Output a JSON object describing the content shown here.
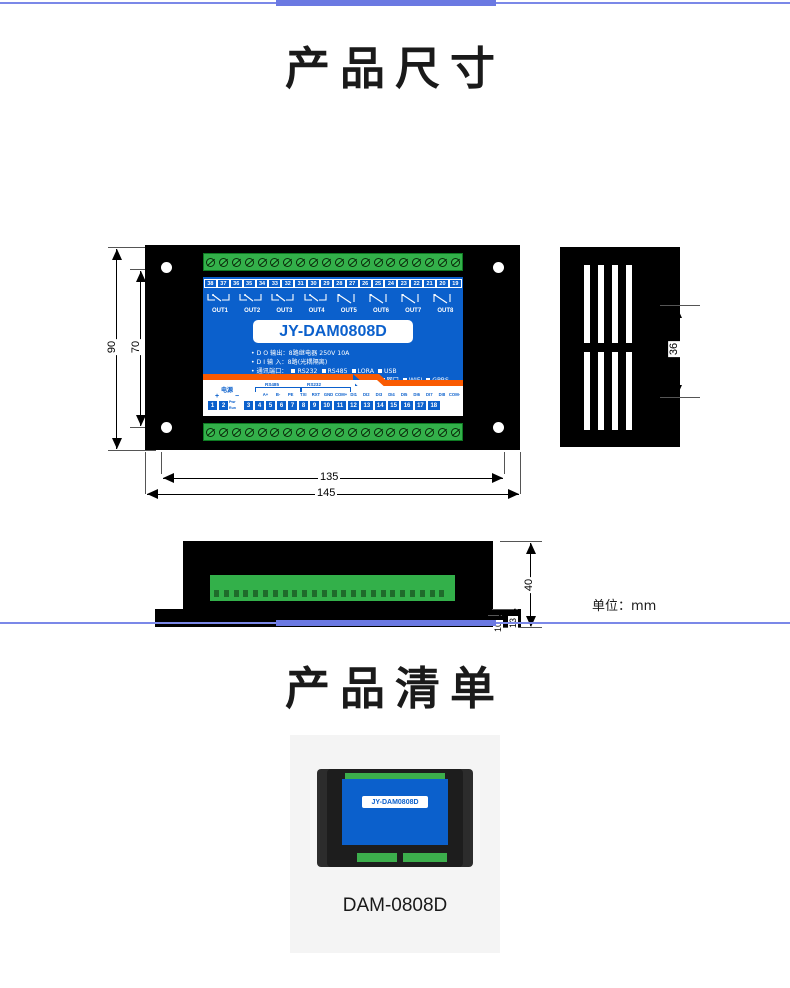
{
  "page": {
    "background": "#ffffff",
    "accent_divider": "#6b79e2"
  },
  "sections": [
    {
      "title": "产品尺寸"
    },
    {
      "title": "产品清单"
    }
  ],
  "dimension_drawing": {
    "unit_note": "单位：mm",
    "front_view": {
      "dimensions": {
        "outer_height": "90",
        "inner_height": "70",
        "mount_width": "135",
        "outer_width": "145"
      },
      "top_terminal_numbers": [
        "38",
        "37",
        "36",
        "35",
        "34",
        "33",
        "32",
        "31",
        "30",
        "29",
        "28",
        "27",
        "26",
        "25",
        "24",
        "23",
        "22",
        "21",
        "20",
        "19"
      ],
      "output_labels": [
        "OUT1",
        "OUT2",
        "OUT3",
        "OUT4",
        "OUT5",
        "OUT6",
        "OUT7",
        "OUT8"
      ],
      "brand": "JY-DAM0808D",
      "specs": [
        "D O 输出：8路继电器 250V 10A",
        "D I 输 入：8路(光耦隔离)"
      ],
      "port_label": "通讯端口：",
      "ports_row1": [
        "RS232",
        "RS485",
        "LORA",
        "USB"
      ],
      "ports_row2": [
        "网口",
        "WIFI",
        "GPRS"
      ],
      "power_label": "电源",
      "power_signs": [
        "+",
        "−"
      ],
      "bracket_rs485": "RS485",
      "bracket_rs232": "RS232",
      "bottom_pin_labels": [
        "A+",
        "B-",
        "PE",
        "TXI",
        "RXT",
        "GND",
        "COM+",
        "DI1",
        "DI2",
        "DI3",
        "DI4",
        "DI5",
        "DI6",
        "DI7",
        "DI8",
        "COM-"
      ],
      "bottom_terminal_numbers": [
        "1",
        "2",
        "3",
        "4",
        "5",
        "6",
        "7",
        "8",
        "9",
        "10",
        "11",
        "12",
        "13",
        "14",
        "15",
        "16",
        "17",
        "18"
      ],
      "led_labels": [
        "Pwr",
        "Run"
      ]
    },
    "side_view": {
      "dimensions": {
        "vent_height": "36"
      }
    },
    "profile_view": {
      "dimensions": {
        "total_height": "40",
        "base_plus_body": "13",
        "base_height": "10"
      }
    },
    "colors": {
      "pcb_blue": "#0b60cc",
      "terminal_green": "#33b04a",
      "stripe_orange": "#f95a02",
      "shell_black": "#000000"
    }
  },
  "product_list": {
    "item": {
      "caption": "DAM-0808D",
      "photo_brand": "JY-DAM0808D"
    }
  }
}
